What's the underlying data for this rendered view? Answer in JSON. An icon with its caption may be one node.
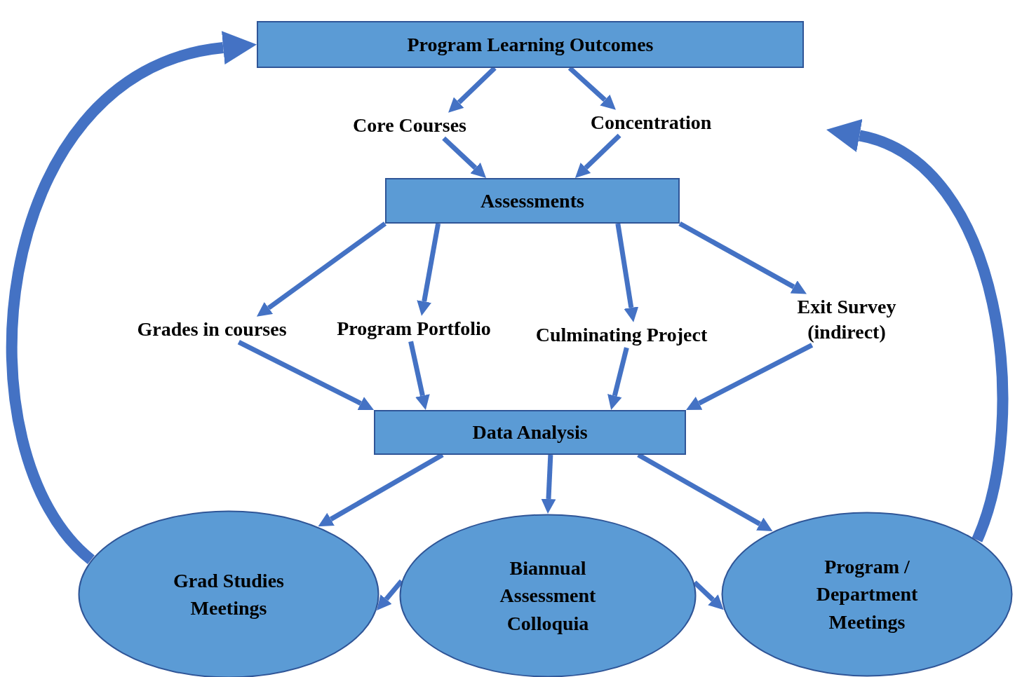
{
  "diagram": {
    "nodes": [
      {
        "text": [
          "Program Learning Outcomes"
        ]
      },
      {
        "text": [
          "Core Courses"
        ]
      },
      {
        "text": [
          "Concentration"
        ]
      },
      {
        "text": [
          "Assessments"
        ]
      },
      {
        "text": [
          "Grades in courses"
        ]
      },
      {
        "text": [
          "Program Portfolio"
        ]
      },
      {
        "text": [
          "Culminating Project"
        ]
      },
      {
        "text": [
          "Exit Survey (indirect)"
        ]
      },
      {
        "text": [
          "Data Analysis"
        ]
      },
      {
        "text": [
          "Grad Studies Meetings"
        ]
      },
      {
        "text": [
          "Biannual Assessment Colloquia"
        ]
      },
      {
        "text": [
          "Program / Department Meetings"
        ]
      }
    ],
    "edges": [
      {
        "from": 0,
        "to": 1,
        "arrow": "to"
      },
      {
        "from": 0,
        "to": 2,
        "arrow": "to"
      },
      {
        "from": 1,
        "to": 3,
        "arrow": "to"
      },
      {
        "from": 2,
        "to": 3,
        "arrow": "to"
      },
      {
        "from": 3,
        "to": 4,
        "arrow": "to"
      },
      {
        "from": 3,
        "to": 5,
        "arrow": "to"
      },
      {
        "from": 3,
        "to": 6,
        "arrow": "to"
      },
      {
        "from": 3,
        "to": 7,
        "arrow": "to"
      },
      {
        "from": 4,
        "to": 8,
        "arrow": "to"
      },
      {
        "from": 5,
        "to": 8,
        "arrow": "to"
      },
      {
        "from": 6,
        "to": 8,
        "arrow": "to"
      },
      {
        "from": 7,
        "to": 8,
        "arrow": "to"
      },
      {
        "from": 8,
        "to": 9,
        "arrow": "to"
      },
      {
        "from": 8,
        "to": 10,
        "arrow": "to"
      },
      {
        "from": 8,
        "to": 11,
        "arrow": "to"
      },
      {
        "from": 10,
        "to": 9,
        "arrow": "to"
      },
      {
        "from": 10,
        "to": 11,
        "arrow": "to"
      },
      {
        "from": 9,
        "to": 0,
        "arrow": "to",
        "style": "thick"
      },
      {
        "from": 11,
        "to": null,
        "arrow": "to",
        "style": "thick"
      }
    ]
  }
}
